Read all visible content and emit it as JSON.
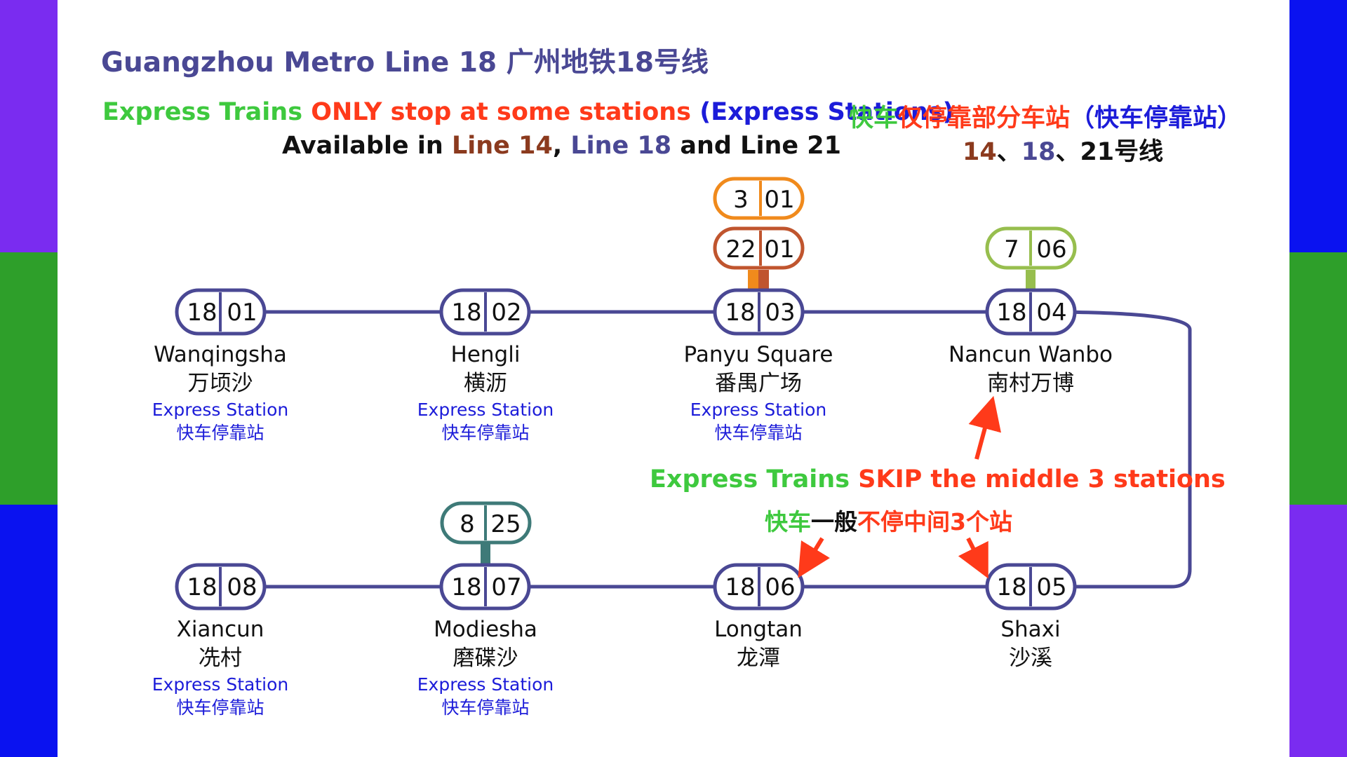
{
  "title": "Guangzhou Metro Line 18 广州地铁18号线",
  "headline": {
    "en_parts": [
      {
        "text": "Express Trains ",
        "color": "#3ec93e"
      },
      {
        "text": "ONLY stop at some stations ",
        "color": "#ff3a1a"
      },
      {
        "text": "(Express Stations)",
        "color": "#1c1cd9"
      }
    ],
    "cn_parts": [
      {
        "text": "快车",
        "color": "#3ec93e"
      },
      {
        "text": "仅停靠部分车站",
        "color": "#ff3a1a"
      },
      {
        "text": "（快车停靠站）",
        "color": "#1c1cd9"
      }
    ]
  },
  "availability": {
    "en_parts": [
      {
        "text": "Available in ",
        "color": "#111111"
      },
      {
        "text": "Line 14",
        "color": "#8b3a1e"
      },
      {
        "text": ", ",
        "color": "#111111"
      },
      {
        "text": "Line 18",
        "color": "#4a4894"
      },
      {
        "text": " and ",
        "color": "#111111"
      },
      {
        "text": "Line 21",
        "color": "#111111"
      }
    ],
    "cn_parts": [
      {
        "text": "14",
        "color": "#8b3a1e"
      },
      {
        "text": "、",
        "color": "#111111"
      },
      {
        "text": "18",
        "color": "#4a4894"
      },
      {
        "text": "、21号线",
        "color": "#111111"
      }
    ]
  },
  "colors": {
    "line18": "#4a4894",
    "line3": "#f08a1c",
    "line22": "#c0552e",
    "line7": "#97be4e",
    "line8": "#3e7a78",
    "express_green": "#3ec93e",
    "skip_red": "#ff3a1a",
    "express_blue": "#1c1cd9",
    "side_purple": "#7a2cf0",
    "side_green": "#2e9f2a",
    "side_blue": "#0a12f0"
  },
  "stations": [
    {
      "line": "18",
      "num": "01",
      "en": "Wanqingsha",
      "cn": "万顷沙",
      "express": "Express Station",
      "express_cn": "快车停靠站"
    },
    {
      "line": "18",
      "num": "02",
      "en": "Hengli",
      "cn": "横沥",
      "express": "Express Station",
      "express_cn": "快车停靠站"
    },
    {
      "line": "18",
      "num": "03",
      "en": "Panyu Square",
      "cn": "番禺广场",
      "express": "Express Station",
      "express_cn": "快车停靠站"
    },
    {
      "line": "18",
      "num": "04",
      "en": "Nancun Wanbo",
      "cn": "南村万博",
      "express": "",
      "express_cn": ""
    },
    {
      "line": "18",
      "num": "05",
      "en": "Shaxi",
      "cn": "沙溪",
      "express": "",
      "express_cn": ""
    },
    {
      "line": "18",
      "num": "06",
      "en": "Longtan",
      "cn": "龙潭",
      "express": "",
      "express_cn": ""
    },
    {
      "line": "18",
      "num": "07",
      "en": "Modiesha",
      "cn": "磨碟沙",
      "express": "Express Station",
      "express_cn": "快车停靠站"
    },
    {
      "line": "18",
      "num": "08",
      "en": "Xiancun",
      "cn": "冼村",
      "express": "Express Station",
      "express_cn": "快车停靠站"
    }
  ],
  "transfers": [
    {
      "line": "3",
      "num": "01",
      "at": "18-03"
    },
    {
      "line": "22",
      "num": "01",
      "at": "18-03"
    },
    {
      "line": "7",
      "num": "06",
      "at": "18-04"
    },
    {
      "line": "8",
      "num": "25",
      "at": "18-07"
    }
  ],
  "skip_note": {
    "en_parts": [
      {
        "text": "Express Trains ",
        "color": "#3ec93e"
      },
      {
        "text": "SKIP the middle 3 stations",
        "color": "#ff3a1a"
      }
    ],
    "cn_parts": [
      {
        "text": "快车",
        "color": "#3ec93e"
      },
      {
        "text": "一般",
        "color": "#111111"
      },
      {
        "text": "不停中间3个站",
        "color": "#ff3a1a"
      }
    ]
  }
}
